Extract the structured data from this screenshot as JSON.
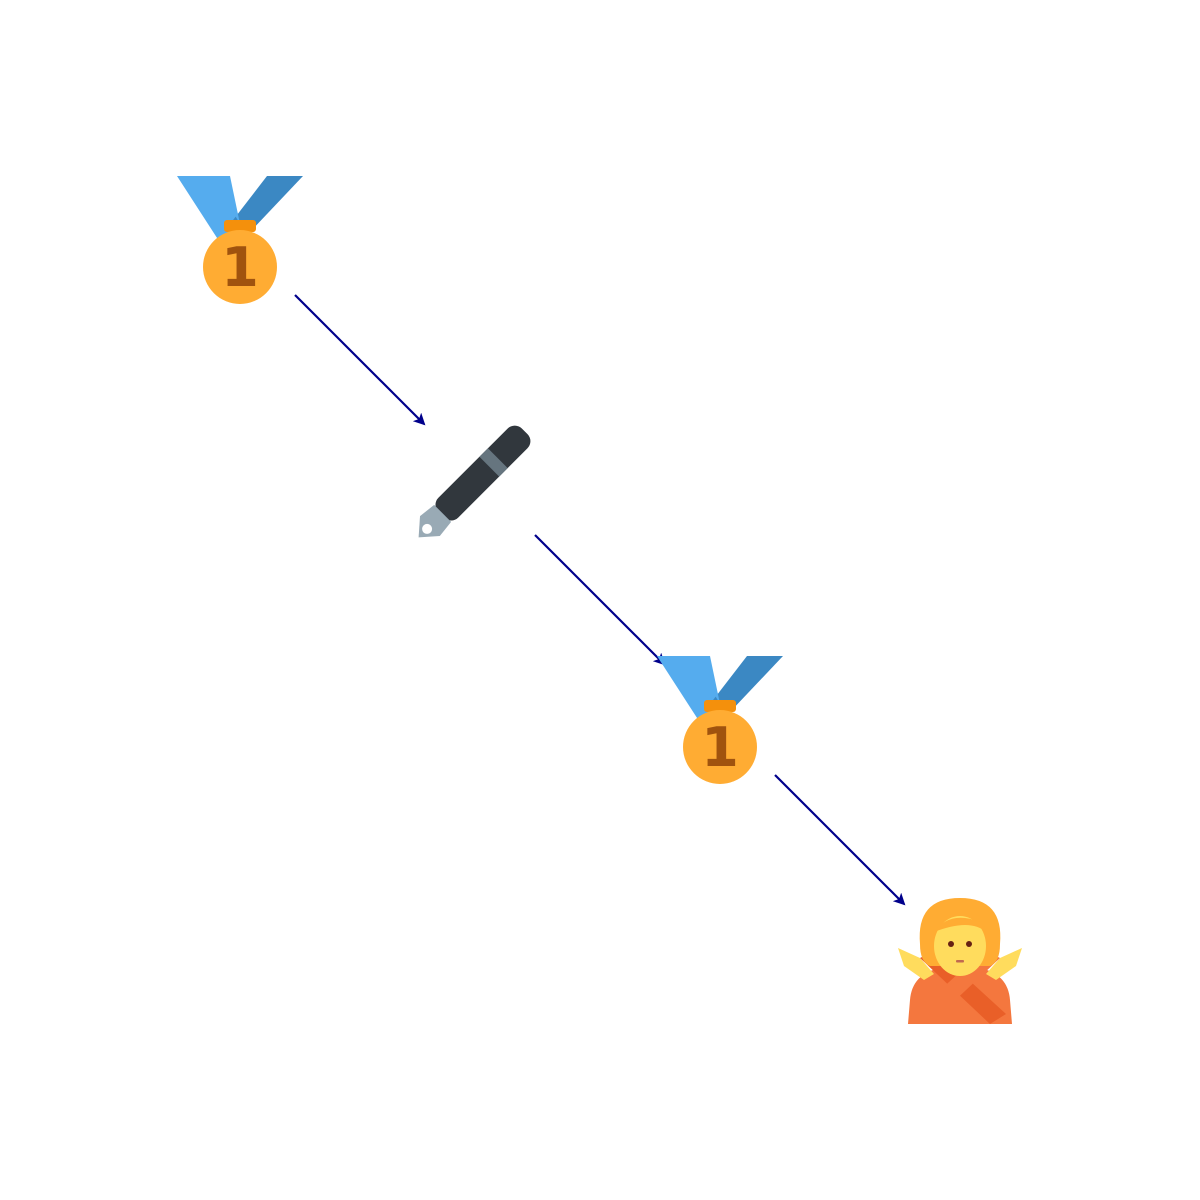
{
  "diagram": {
    "background": "#ffffff",
    "arrow_color": "#00008b",
    "nodes": [
      {
        "id": "medal-1",
        "icon": "first-place-medal-icon",
        "digit": "1"
      },
      {
        "id": "pen",
        "icon": "fountain-pen-icon"
      },
      {
        "id": "medal-2",
        "icon": "first-place-medal-icon",
        "digit": "1"
      },
      {
        "id": "person",
        "icon": "person-gesturing-no-icon"
      }
    ],
    "edges": [
      {
        "from": "medal-1",
        "to": "pen"
      },
      {
        "from": "pen",
        "to": "medal-2"
      },
      {
        "from": "medal-2",
        "to": "person"
      }
    ]
  }
}
